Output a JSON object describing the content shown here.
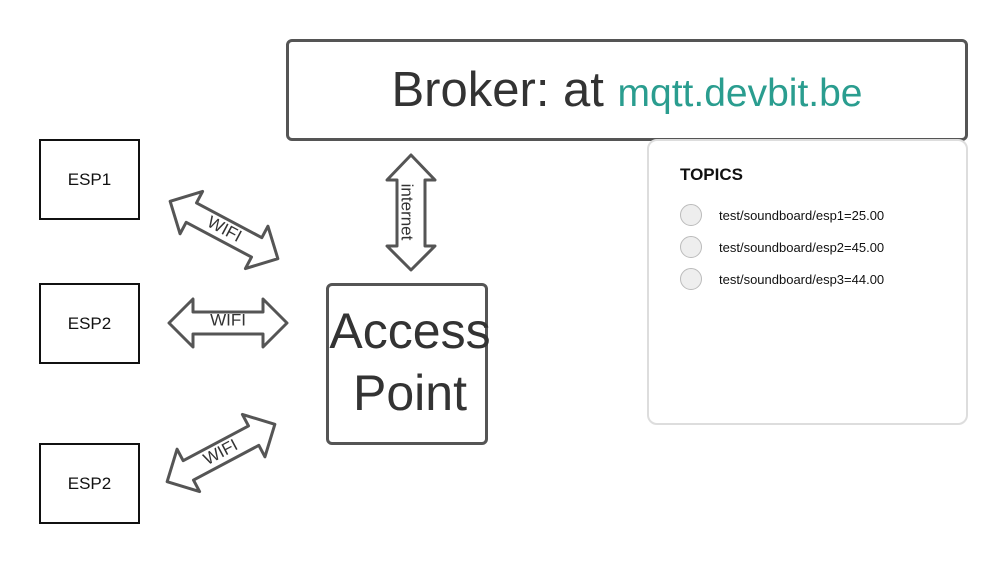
{
  "esp_boxes": [
    {
      "label": "ESP1"
    },
    {
      "label": "ESP2"
    },
    {
      "label": "ESP2"
    }
  ],
  "broker": {
    "prefix": "Broker: at ",
    "host": "mqtt.devbit.be"
  },
  "access_point": {
    "line1": "Access",
    "line2": "Point"
  },
  "links": {
    "wifi_label": "WIFI",
    "internet_label": "internet"
  },
  "topics": {
    "title": "TOPICS",
    "items": [
      {
        "label": "test/soundboard/esp1=25.00"
      },
      {
        "label": "test/soundboard/esp2=45.00"
      },
      {
        "label": "test/soundboard/esp3=44.00"
      }
    ]
  },
  "colors": {
    "host_accent": "#2a9d8f",
    "border": "#555555"
  }
}
